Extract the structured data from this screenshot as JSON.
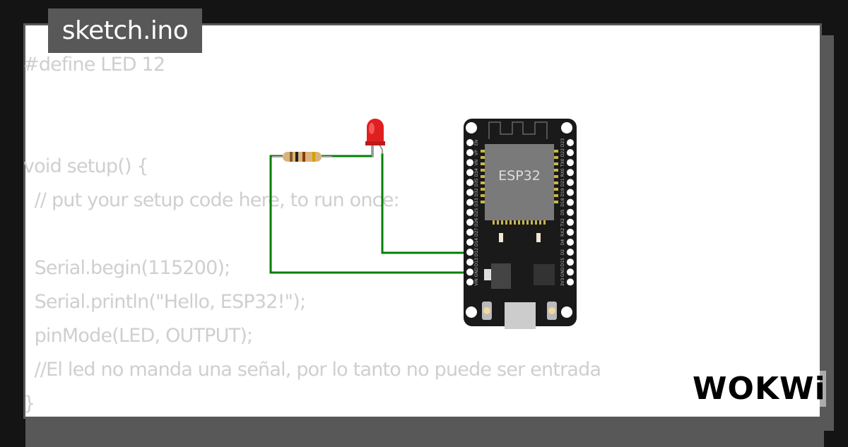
{
  "tab": {
    "title": "sketch.ino"
  },
  "code": {
    "lines": [
      "#define LED 12",
      "",
      "",
      "void setup() {",
      "  // put your setup code here, to run once:",
      "",
      "  Serial.begin(115200);",
      "  Serial.println(\"Hello, ESP32!\");",
      "  pinMode(LED, OUTPUT);",
      "  //El led no manda una señal, por lo tanto no puede ser entrada",
      "}"
    ]
  },
  "board": {
    "label": "ESP32",
    "left_pins": [
      "EN",
      "VP",
      "VN",
      "D34",
      "D35",
      "D32",
      "D33",
      "D25",
      "D26",
      "D27",
      "D14",
      "D12",
      "D13",
      "GND",
      "VIN"
    ],
    "right_pins": [
      "D23",
      "D22",
      "TX0",
      "RX0",
      "D21",
      "D19",
      "D18",
      "D5",
      "TX2",
      "RX2",
      "D4",
      "D2",
      "D15",
      "GND",
      "3V3"
    ]
  },
  "colors": {
    "wire": "#008000",
    "led": "#e02020",
    "board": "#1a1a1a",
    "chip": "#7a7a7a"
  },
  "logo": {
    "text": "WOKWi"
  }
}
